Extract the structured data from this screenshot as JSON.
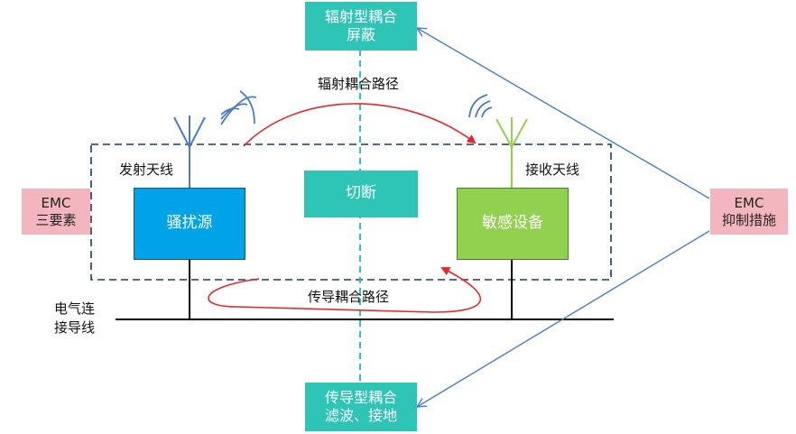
{
  "top_box": {
    "line1": "辐射型耦合",
    "line2": "屏蔽"
  },
  "bottom_box": {
    "line1": "传导型耦合",
    "line2": "滤波、接地"
  },
  "cut_box": {
    "label": "切断"
  },
  "source_box": {
    "label": "骚扰源"
  },
  "sensitive_box": {
    "label": "敏感设备"
  },
  "emc_elements": {
    "line1": "EMC",
    "line2": "三要素"
  },
  "emc_suppression": {
    "line1": "EMC",
    "line2": "抑制措施"
  },
  "labels": {
    "radiated_path": "辐射耦合路径",
    "conducted_path": "传导耦合路径",
    "tx_antenna": "发射天线",
    "rx_antenna": "接收天线",
    "wire_line1": "电气连",
    "wire_line2": "接导线"
  },
  "colors": {
    "teal": "#2ec4b6",
    "source_blue": "#00a2e8",
    "sensitive_green": "#92d050",
    "pink": "#f4b6be",
    "arrow_red": "#e8262a",
    "line_blue": "#4a7cc8",
    "dashed_border": "#1f3864"
  }
}
